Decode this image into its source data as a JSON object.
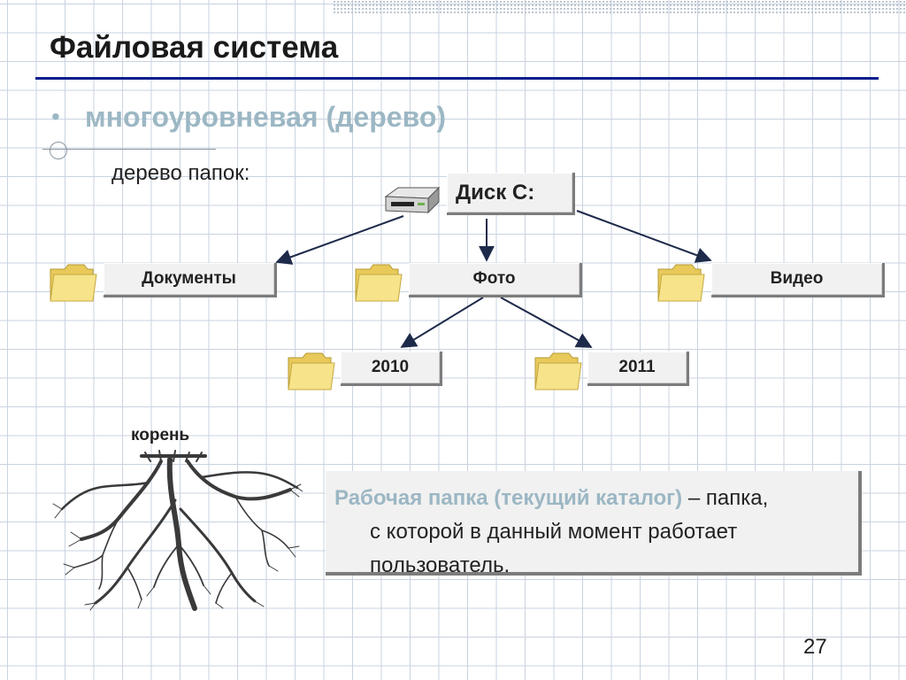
{
  "slide": {
    "title": "Файловая система",
    "bullet_marker": "•",
    "subtitle": "многоуровневая (дерево)",
    "tree_caption": "дерево папок:",
    "page_number": "27"
  },
  "tree": {
    "root": {
      "label": "Диск C:",
      "icon": "hard-drive-icon"
    },
    "level1": [
      {
        "label": "Документы",
        "icon": "folder-icon"
      },
      {
        "label": "Фото",
        "icon": "folder-icon"
      },
      {
        "label": "Видео",
        "icon": "folder-icon"
      }
    ],
    "level2": [
      {
        "label": "2010",
        "icon": "folder-icon",
        "parent": "Фото"
      },
      {
        "label": "2011",
        "icon": "folder-icon",
        "parent": "Фото"
      }
    ]
  },
  "root_illustration": {
    "label": "корень",
    "icon": "tree-roots-icon"
  },
  "definition": {
    "term": "Рабочая папка (текущий каталог)",
    "text_line1": " – папка,",
    "text_line2": "с которой в данный момент работает",
    "text_line3": "пользователь."
  },
  "colors": {
    "title_rule": "#0a1e8c",
    "accent_text": "#9cb7c4",
    "grid": "#c9d3df",
    "folder": "#f3df78",
    "node_bg": "#f1f1f1"
  }
}
